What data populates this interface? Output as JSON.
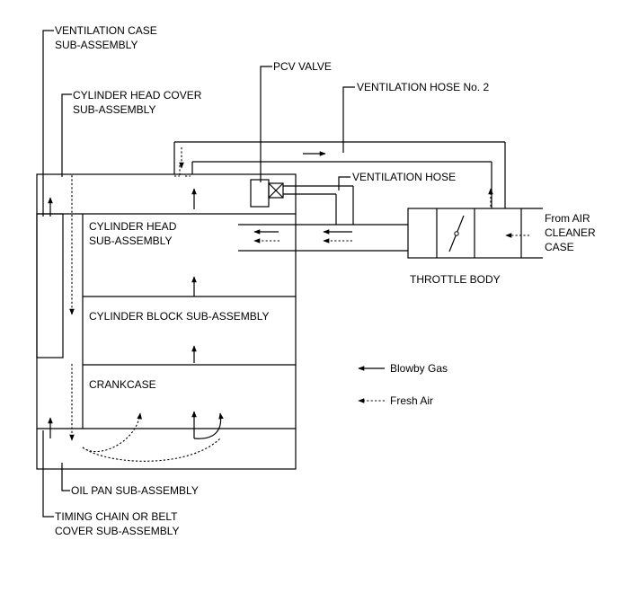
{
  "labels": {
    "ventilation_case_1": "VENTILATION CASE",
    "ventilation_case_2": "SUB-ASSEMBLY",
    "head_cover_1": "CYLINDER HEAD COVER",
    "head_cover_2": "SUB-ASSEMBLY",
    "pcv_valve": "PCV VALVE",
    "vent_hose_2": "VENTILATION HOSE No. 2",
    "vent_hose": "VENTILATION HOSE",
    "cylinder_head_1": "CYLINDER HEAD",
    "cylinder_head_2": "SUB-ASSEMBLY",
    "cylinder_block": "CYLINDER BLOCK SUB-ASSEMBLY",
    "crankcase": "CRANKCASE",
    "from_air_1": "From AIR",
    "from_air_2": "CLEANER",
    "from_air_3": "CASE",
    "throttle_body": "THROTTLE BODY",
    "oil_pan": "OIL PAN SUB-ASSEMBLY",
    "timing_chain_1": "TIMING CHAIN OR BELT",
    "timing_chain_2": "COVER SUB-ASSEMBLY"
  },
  "legend": {
    "blowby": "Blowby Gas",
    "fresh_air": "Fresh Air"
  }
}
